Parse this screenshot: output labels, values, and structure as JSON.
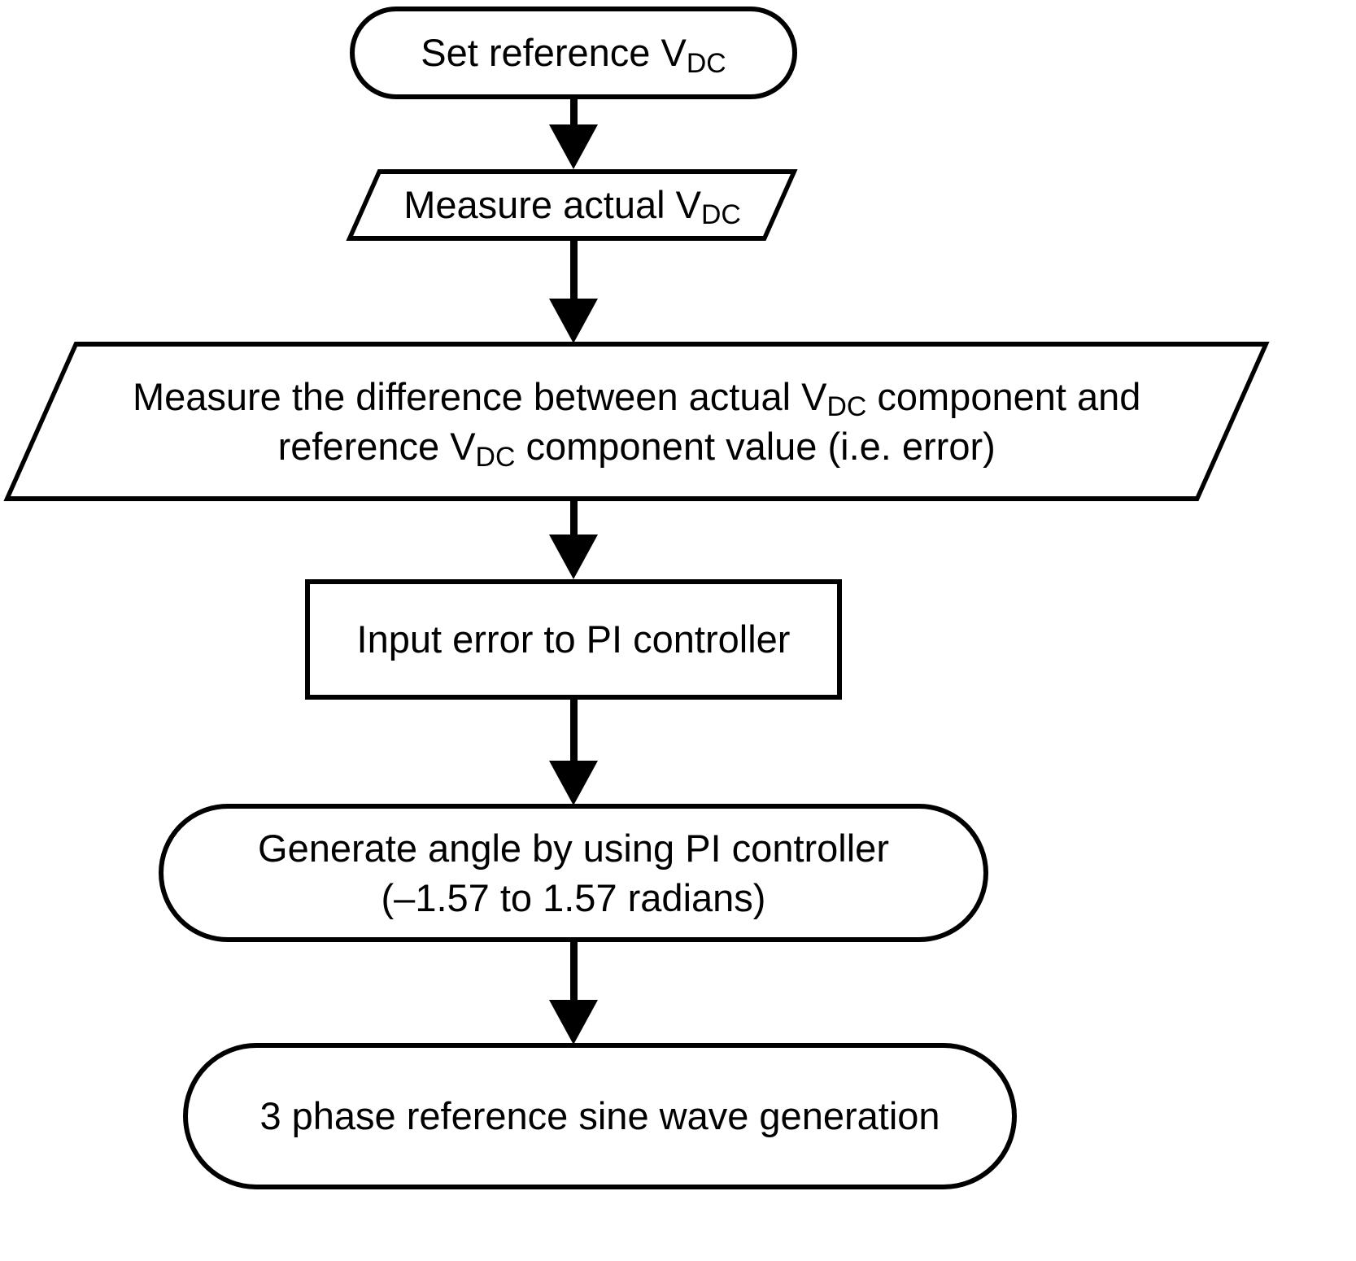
{
  "colors": {
    "background": "#ffffff",
    "stroke": "#000000",
    "text": "#000000"
  },
  "nodes": {
    "set_reference": {
      "shape": "terminator",
      "pre": "Set reference V",
      "sub": "DC"
    },
    "measure_actual": {
      "shape": "parallelogram",
      "pre": "Measure actual V",
      "sub": "DC"
    },
    "measure_difference": {
      "shape": "parallelogram",
      "line1_pre": "Measure the difference between actual V",
      "line1_sub": "DC",
      "line1_post": " component and",
      "line2_pre": "reference V",
      "line2_sub": "DC",
      "line2_post": " component value (i.e. error)"
    },
    "input_error": {
      "shape": "process",
      "text": "Input error to PI controller"
    },
    "generate_angle": {
      "shape": "terminator",
      "line1": "Generate angle by using PI controller",
      "line2": "(–1.57 to 1.57 radians)"
    },
    "sine_wave_generation": {
      "shape": "terminator",
      "text": "3 phase reference sine wave generation"
    }
  }
}
